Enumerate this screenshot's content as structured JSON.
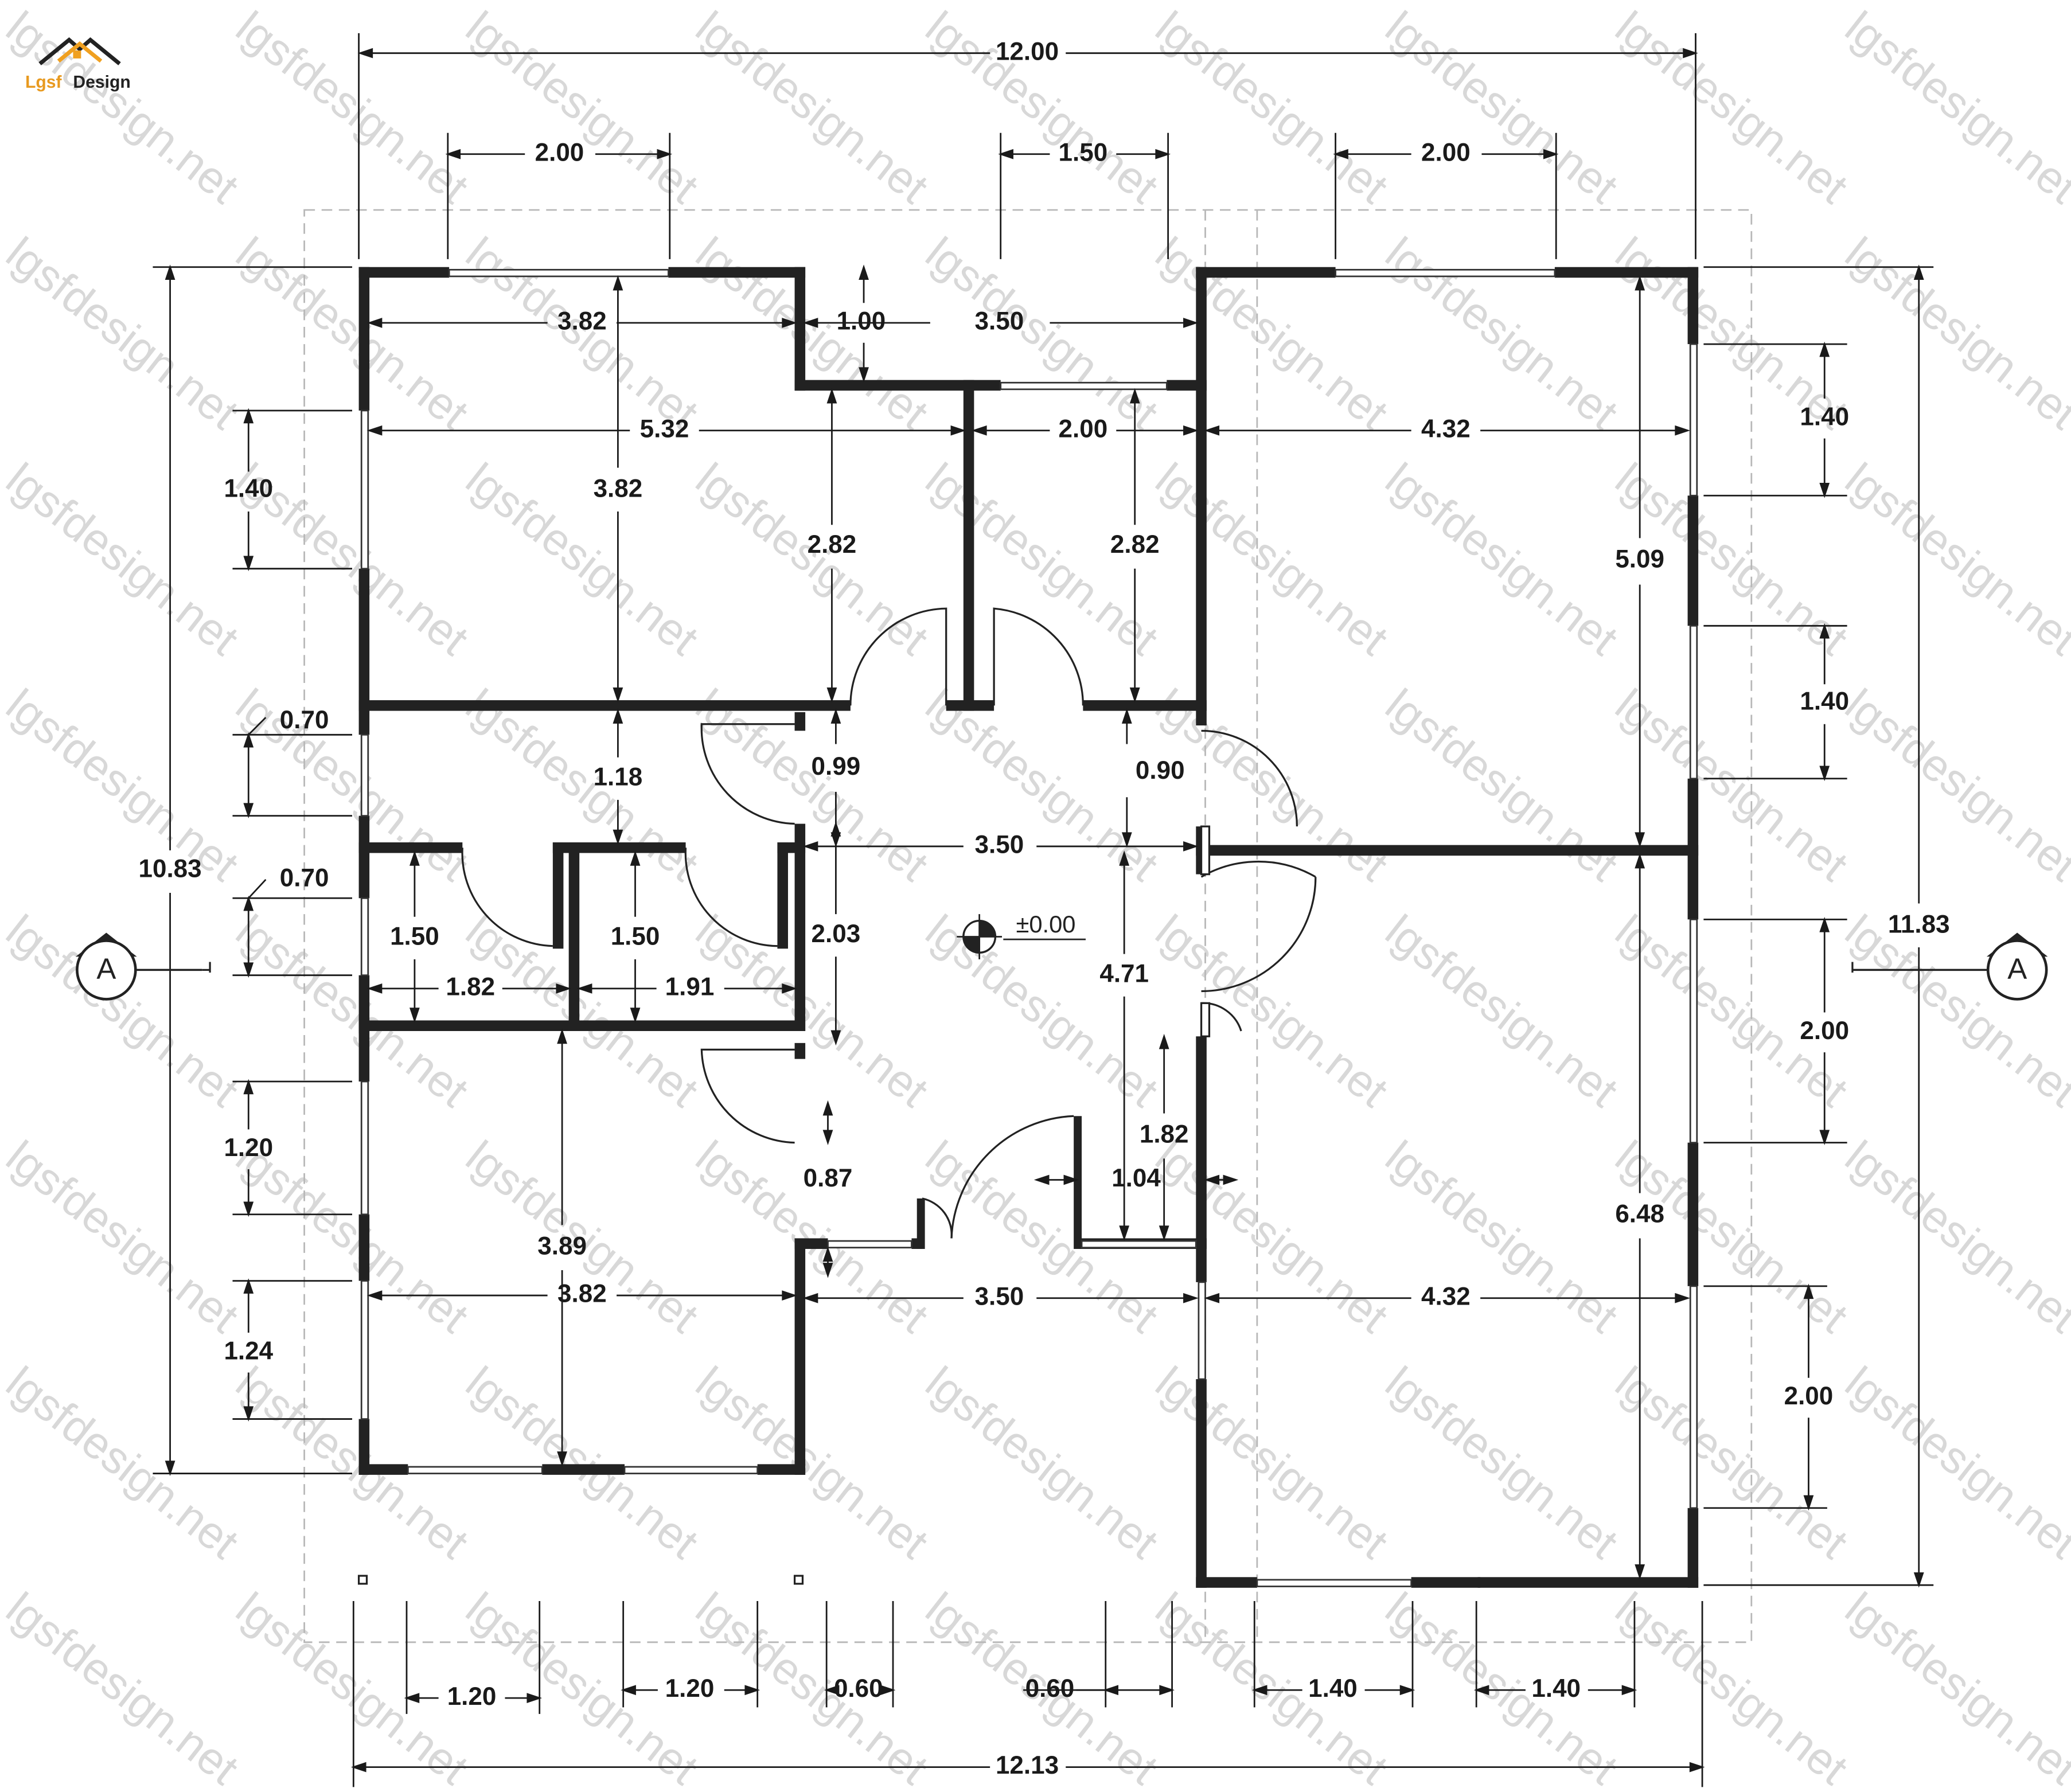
{
  "logo": {
    "part1": "Lgsf",
    "part2": "Design",
    "color_roof": "#f0a020",
    "color_text": "#222222",
    "color_lgsf": "#e89a20"
  },
  "watermark": "lgsfdesign.net",
  "elevation_label": "±0.00",
  "section_markers": [
    {
      "label": "A",
      "side": "left"
    },
    {
      "label": "A",
      "side": "right"
    }
  ],
  "dimensions": {
    "overall_top": "12.00",
    "overall_bottom": "12.13",
    "overall_left": "10.83",
    "overall_right": "11.83",
    "top_openings": [
      "2.00",
      "1.50",
      "2.00"
    ],
    "bottom_openings": [
      "1.20",
      "1.20",
      "0.60",
      "0.60",
      "1.40",
      "1.40"
    ],
    "left_openings": [
      "1.40",
      "0.70",
      "0.70",
      "1.20",
      "1.24"
    ],
    "right_openings": [
      "1.40",
      "1.40",
      "2.00",
      "2.00"
    ],
    "interior": [
      "3.82",
      "1.00",
      "3.50",
      "5.32",
      "3.82",
      "2.00",
      "4.32",
      "2.82",
      "2.82",
      "5.09",
      "1.18",
      "0.99",
      "0.90",
      "3.50",
      "1.50",
      "1.50",
      "2.03",
      "1.82",
      "1.91",
      "4.71",
      "3.89",
      "3.82",
      "0.87",
      "1.82",
      "1.04",
      "6.48",
      "3.50",
      "4.32"
    ]
  },
  "colors": {
    "wall": "#222222",
    "dim": "#1a1a1a",
    "guide": "#b8b8b8",
    "watermark": "#d8d8d8"
  }
}
